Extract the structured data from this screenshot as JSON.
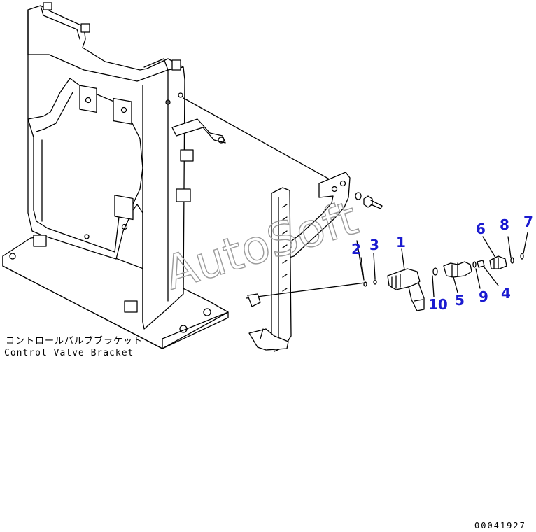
{
  "caption": {
    "japanese": "コントロールバルブブラケット",
    "english": "Control Valve Bracket"
  },
  "watermark": "AutoSoft",
  "figure_code": "00041927",
  "callouts": {
    "c1": "1",
    "c2": "2",
    "c3": "3",
    "c4": "4",
    "c5": "5",
    "c6": "6",
    "c7": "7",
    "c8": "8",
    "c9": "9",
    "c10": "10"
  },
  "colors": {
    "callout": "#1a1ad0",
    "line": "#000000",
    "watermark": "#9a9a9a"
  }
}
